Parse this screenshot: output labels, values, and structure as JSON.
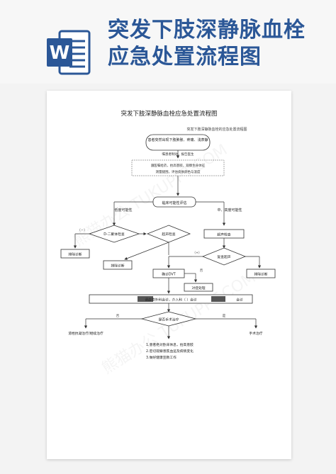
{
  "banner": {
    "title": "突发下肢深静脉血栓应急处置流程图",
    "app_icon": "word-document-icon",
    "accent_color": "#2b5797"
  },
  "document": {
    "title": "突发下肢深静脉血栓应急处置流程图"
  },
  "flowchart": {
    "subtitle": "突发下肢深静脉血栓的应急处置流程图",
    "start_node": "患者突然出现下肢肿胀、疼痛、浅表静",
    "step_notify": "嘱患者制动，报告医生",
    "step_orders": "遵医嘱给药，抬高患肢，观察生命体征",
    "step_orders_line2": "测量腿围，评估皮肤颜色与温度",
    "assess_probability": "临床可能性评估",
    "low_prob": "低度可能性",
    "mid_high_prob": "中、高度可能性",
    "d_dimer": "D-二聚体检查",
    "ultrasound_check": "超声检查",
    "ultrasound_recheck": "复查超声",
    "ultrasound_decision": "超声检查",
    "exclude_left": "排除诊断",
    "exclude_right": "排除诊断",
    "confirm_dvt": "确诊DVT",
    "exclude_mid": "排除诊断",
    "treat_label": "对症处理",
    "negative": "（－）",
    "positive": "（+）",
    "yes": "是",
    "no": "否",
    "consult_text": "请血管外科会诊，介入科（   ）会诊",
    "consult_end": "会诊",
    "surgery_decision": "是否手术治疗",
    "left_outcome": "溶栓抗凝治疗/继续治疗",
    "right_outcome": "手术治疗",
    "note1": "1.患者绝对卧床休息，抬高患肢",
    "note2": "2.密切观察患肢血运及病情变化",
    "note3": "3.做好健康宣教工作"
  }
}
